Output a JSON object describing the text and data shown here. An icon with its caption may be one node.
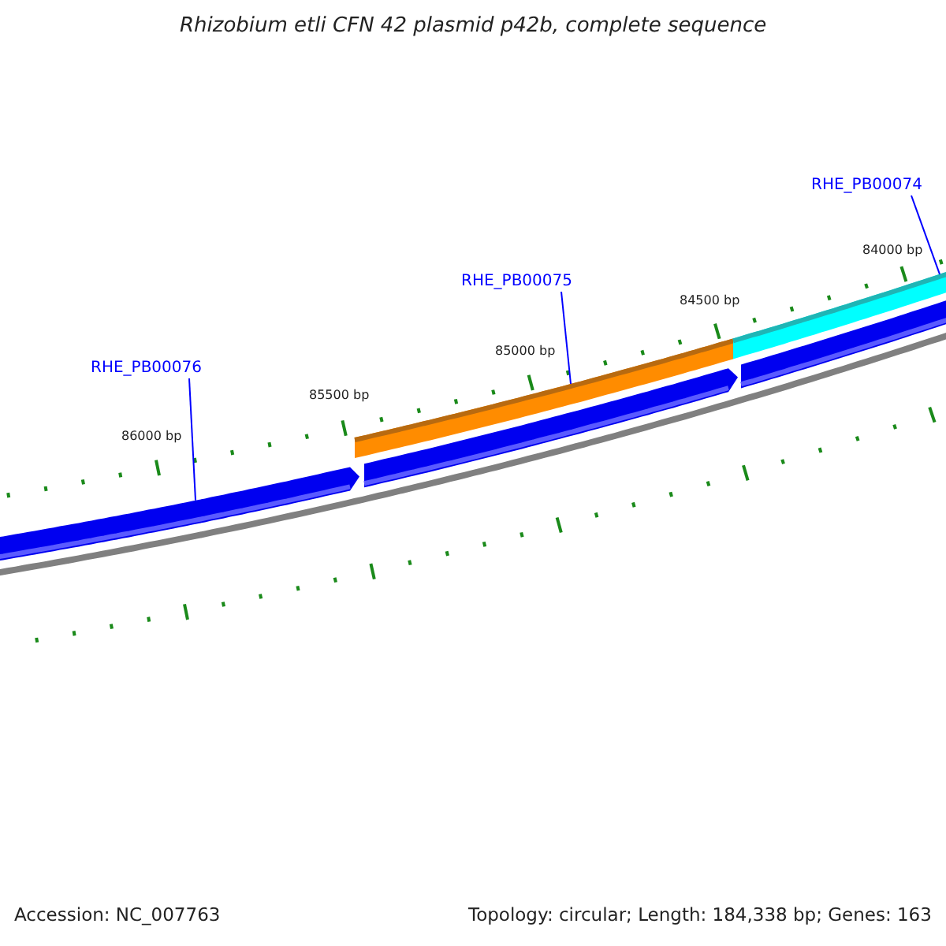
{
  "diagram": {
    "title": "Rhizobium etli CFN 42 plasmid p42b, complete sequence",
    "nodes": [
      {
        "text": [
          "RHE_PB00076"
        ]
      },
      {
        "text": [
          "RHE_PB00075"
        ]
      },
      {
        "text": [
          "RHE_PB00074"
        ]
      },
      {
        "text": [],
        "shape": "bar"
      },
      {
        "text": [],
        "shape": "bar"
      },
      {
        "text": [],
        "shape": "bar"
      },
      {
        "text": [],
        "shape": "bar"
      },
      {
        "text": [],
        "shape": "bar"
      }
    ],
    "edges": [
      {
        "from": 0,
        "to": 3,
        "arrow": "none",
        "color": "#0000ff"
      },
      {
        "from": 1,
        "to": 4,
        "arrow": "none",
        "color": "#0000ff"
      },
      {
        "from": 2,
        "to": 6,
        "arrow": "none",
        "color": "#0000ff"
      }
    ],
    "labels": [
      "84000 bp",
      "84500 bp",
      "85000 bp",
      "85500 bp",
      "86000 bp",
      "Accession: NC_007763",
      "Topology: circular; Length: 184,338 bp; Genes: 163"
    ]
  }
}
